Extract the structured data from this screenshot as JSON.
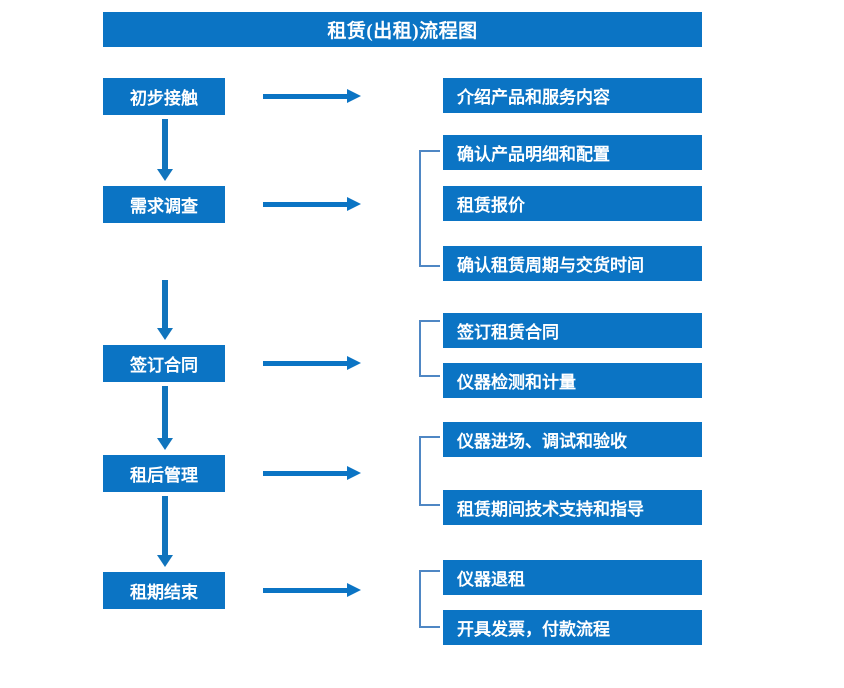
{
  "diagram": {
    "title": "租赁(出租)流程图",
    "accent_color": "#0b74c4",
    "bracket_color": "#4f87c4",
    "text_color": "#ffffff",
    "background_color": "#ffffff"
  },
  "stages": [
    {
      "label": "初步接触"
    },
    {
      "label": "需求调查"
    },
    {
      "label": "签订合同"
    },
    {
      "label": "租后管理"
    },
    {
      "label": "租期结束"
    }
  ],
  "details": [
    {
      "label": "介绍产品和服务内容"
    },
    {
      "label": "确认产品明细和配置"
    },
    {
      "label": "租赁报价"
    },
    {
      "label": "确认租赁周期与交货时间"
    },
    {
      "label": "签订租赁合同"
    },
    {
      "label": "仪器检测和计量"
    },
    {
      "label": "仪器进场、调试和验收"
    },
    {
      "label": "租赁期间技术支持和指导"
    },
    {
      "label": "仪器退租"
    },
    {
      "label": "开具发票，付款流程"
    }
  ],
  "connectors": {
    "horizontal_arrow_count": 5,
    "vertical_arrow_count": 4,
    "bracket_count": 4
  }
}
